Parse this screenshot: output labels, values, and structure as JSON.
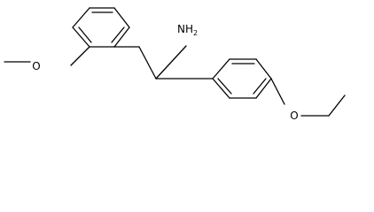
{
  "molecule": {
    "atoms": {
      "amine": {
        "text": "NH",
        "subscript": "2"
      },
      "ether_oxygen_left": {
        "text": "O"
      },
      "ether_oxygen_right": {
        "text": "O"
      }
    }
  }
}
